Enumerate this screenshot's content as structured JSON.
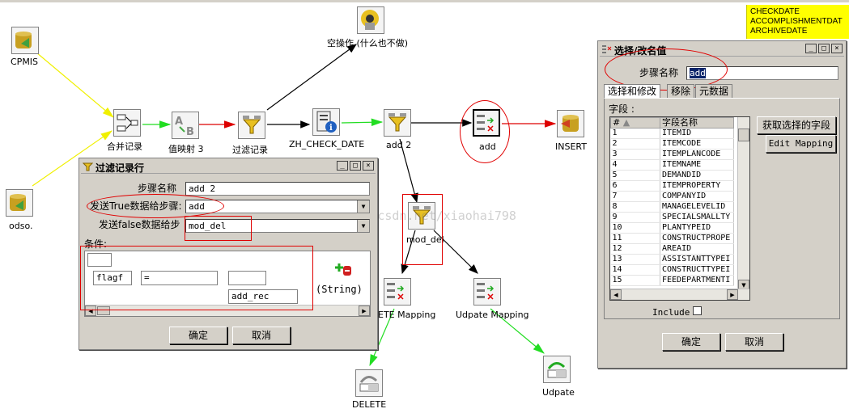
{
  "canvas_steps": {
    "cpmis": "CPMIS",
    "odso": "odso.",
    "merge": "合并记录",
    "value_map": "值映射 3",
    "filter": "过滤记录",
    "dummy": "空操作 (什么也不做)",
    "check_date": "ZH_CHECK_DATE",
    "add2": "add 2",
    "add": "add",
    "insert": "INSERT",
    "mod_del": "mod_del",
    "delete_mapping": "ETE Mapping",
    "update_mapping": "Udpate Mapping",
    "delete": "DELETE",
    "update": "Udpate"
  },
  "note_lines": [
    "CHECKDATE",
    "ACCOMPLISHMENTDAT",
    "ARCHIVEDATE"
  ],
  "watermark": "http://blog.csdn.net/xiaohai798",
  "filter_dialog": {
    "title": "过滤记录行",
    "step_name_label": "步骤名称",
    "step_name_value": "add 2",
    "true_label": "发送True数据给步骤:",
    "true_value": "add",
    "false_label": "发送false数据给步",
    "false_value": "mod_del",
    "condition_label": "条件:",
    "cond_field": "flagf",
    "cond_operator": "=",
    "cond_value": "add_rec",
    "cond_type": "(String)",
    "ok": "确定",
    "cancel": "取消"
  },
  "select_dialog": {
    "title": "选择/改名值",
    "step_name_label": "步骤名称",
    "step_name_value": "add",
    "tabs": [
      "选择和修改",
      "移除",
      "元数据"
    ],
    "fields_label": "字段 :",
    "col_num": "#",
    "col_name": "字段名称",
    "rows": [
      {
        "n": "1",
        "name": "ITEMID"
      },
      {
        "n": "2",
        "name": "ITEMCODE"
      },
      {
        "n": "3",
        "name": "ITEMPLANCODE"
      },
      {
        "n": "4",
        "name": "ITEMNAME"
      },
      {
        "n": "5",
        "name": "DEMANDID"
      },
      {
        "n": "6",
        "name": "ITEMPROPERTY"
      },
      {
        "n": "7",
        "name": "COMPANYID"
      },
      {
        "n": "8",
        "name": "MANAGELEVELID"
      },
      {
        "n": "9",
        "name": "SPECIALSMALLTY"
      },
      {
        "n": "10",
        "name": "PLANTYPEID"
      },
      {
        "n": "11",
        "name": "CONSTRUCTPROPE"
      },
      {
        "n": "12",
        "name": "AREAID"
      },
      {
        "n": "13",
        "name": "ASSISTANTTYPEI"
      },
      {
        "n": "14",
        "name": "CONSTRUCTTYPEI"
      },
      {
        "n": "15",
        "name": "FEEDEPARTMENTI"
      }
    ],
    "get_fields": "获取选择的字段",
    "edit_mapping": "Edit Mapping",
    "include": "Include",
    "ok": "确定",
    "cancel": "取消"
  },
  "window_buttons": {
    "minimize": "_",
    "maximize": "□",
    "close": "×"
  }
}
